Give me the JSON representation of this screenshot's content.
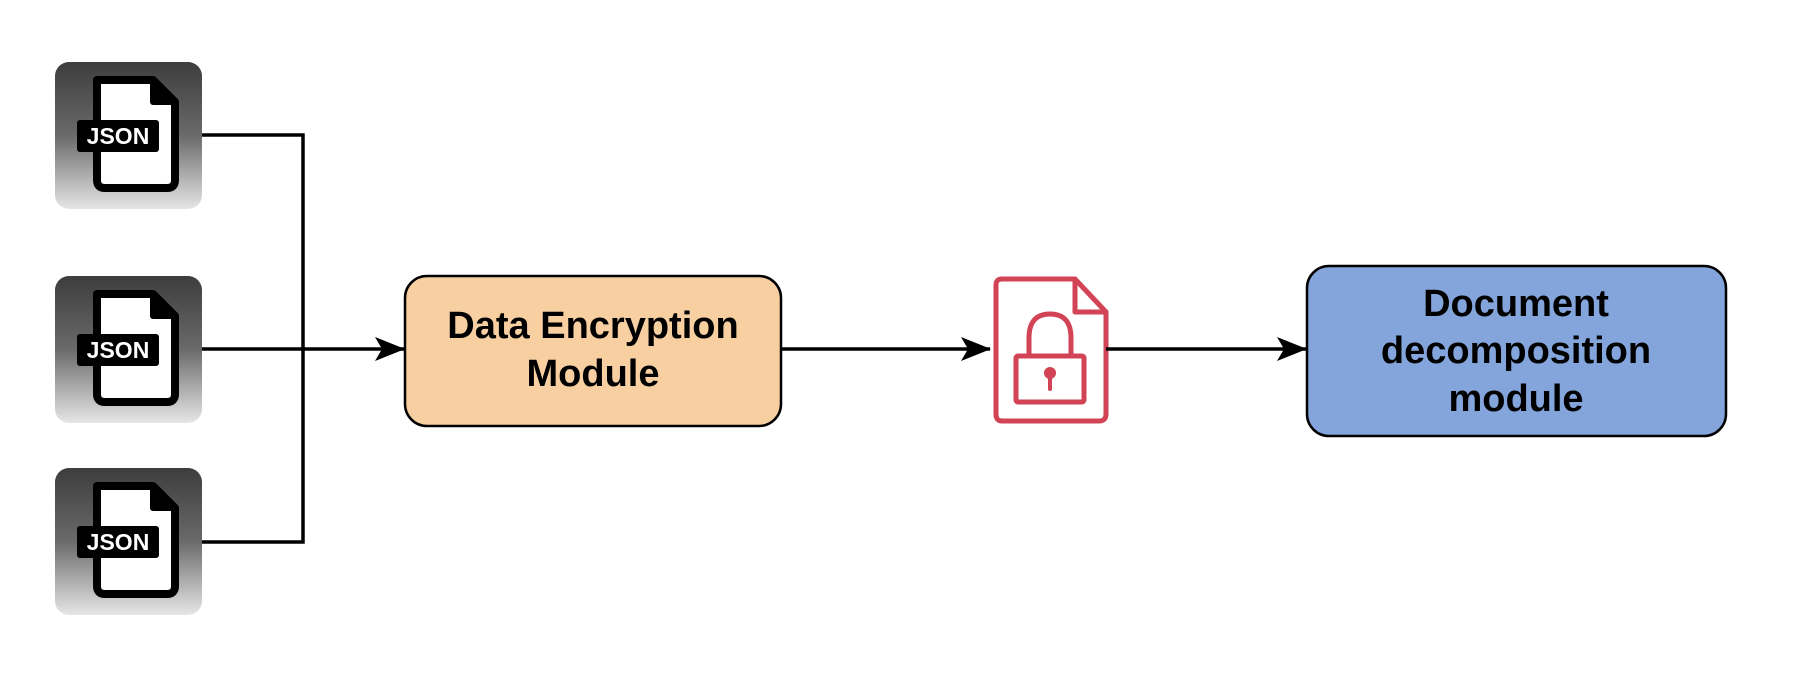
{
  "diagram": {
    "json_files": [
      {
        "label": "JSON"
      },
      {
        "label": "JSON"
      },
      {
        "label": "JSON"
      }
    ],
    "encryption_box": {
      "lines": [
        "Data Encryption",
        "Module"
      ],
      "fill": "#f7cfa1"
    },
    "encrypted_doc_icon": {
      "icon": "locked-document-icon",
      "color": "#d24355"
    },
    "decomposition_box": {
      "lines": [
        "Document",
        "decomposition",
        "module"
      ],
      "fill": "#84a5dc"
    }
  }
}
